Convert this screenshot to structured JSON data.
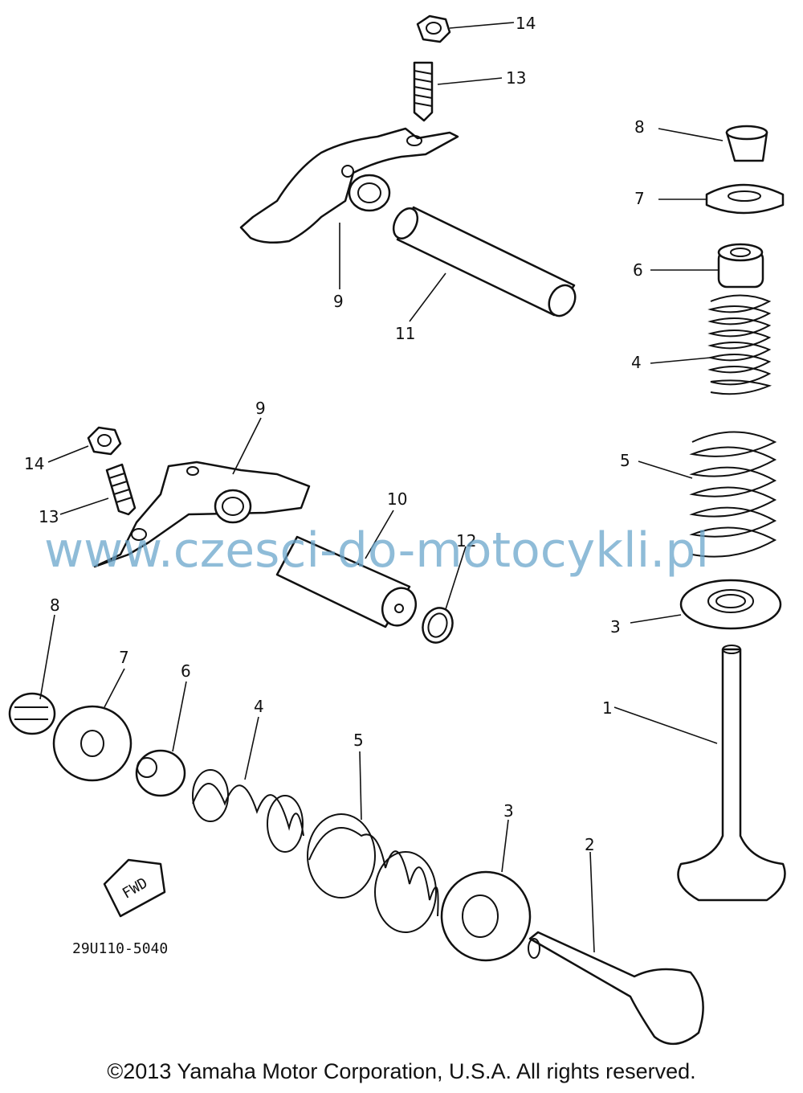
{
  "callouts": {
    "top_14": "14",
    "top_13": "13",
    "top_9": "9",
    "top_11": "11",
    "r_8": "8",
    "r_7": "7",
    "r_6": "6",
    "r_4": "4",
    "r_5": "5",
    "r_3": "3",
    "r_1": "1",
    "mid_9": "9",
    "mid_14": "14",
    "mid_13": "13",
    "mid_10": "10",
    "mid_12": "12",
    "b_8": "8",
    "b_7": "7",
    "b_6": "6",
    "b_4": "4",
    "b_5": "5",
    "b_3": "3",
    "b_2": "2"
  },
  "fwd_label": "FWD",
  "drawing_code": "29U110-5040",
  "watermark": "www.czesci-do-motocykli.pl",
  "copyright": "©2013 Yamaha Motor Corporation, U.S.A. All rights reserved."
}
